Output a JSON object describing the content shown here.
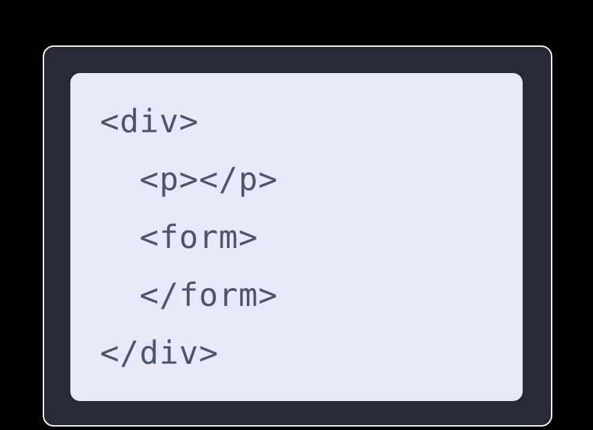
{
  "page": {
    "background_color": "#000000"
  },
  "code_card": {
    "frame_color": "#262A37",
    "frame_border_color": "#FCFCFC",
    "panel_color": "#E7E8F8",
    "text_color": "#4E5568"
  },
  "code": {
    "language": "html",
    "lines": [
      "<div>",
      "  <p></p>",
      "  <form>",
      "  </form>",
      "</div>"
    ]
  }
}
